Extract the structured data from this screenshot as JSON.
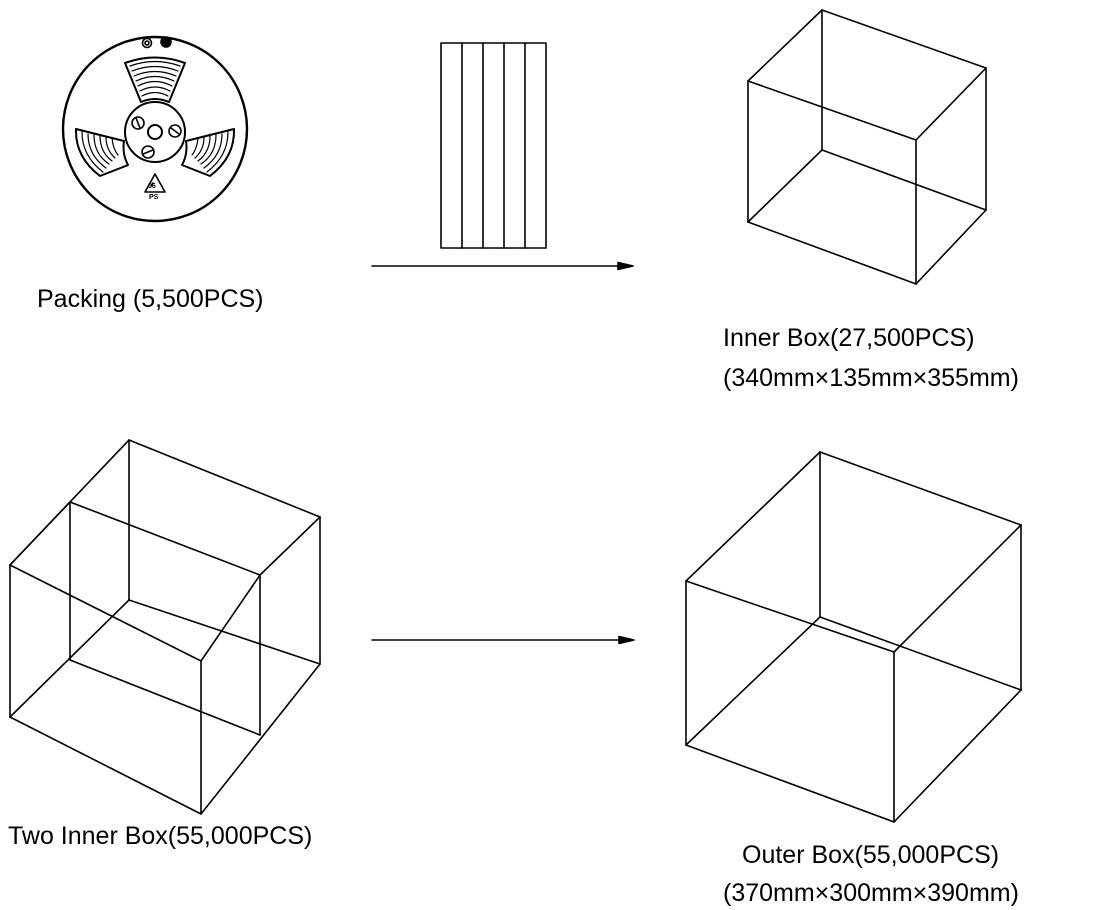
{
  "colors": {
    "stroke": "#000000",
    "background": "#ffffff"
  },
  "steps": {
    "reel": {
      "icon": "tape-reel-icon",
      "label": "Packing (5,500PCS)",
      "recycle_code": "06",
      "recycle_material": "PS"
    },
    "inner_box": {
      "icon": "box-icon",
      "label": "Inner Box(27,500PCS)",
      "dimensions": "(340mm×135mm×355mm)"
    },
    "two_inner_box": {
      "icon": "two-box-icon",
      "label": "Two Inner Box(55,000PCS)"
    },
    "outer_box": {
      "icon": "box-icon",
      "label": "Outer Box(55,000PCS)",
      "dimensions": "(370mm×300mm×390mm)"
    }
  }
}
